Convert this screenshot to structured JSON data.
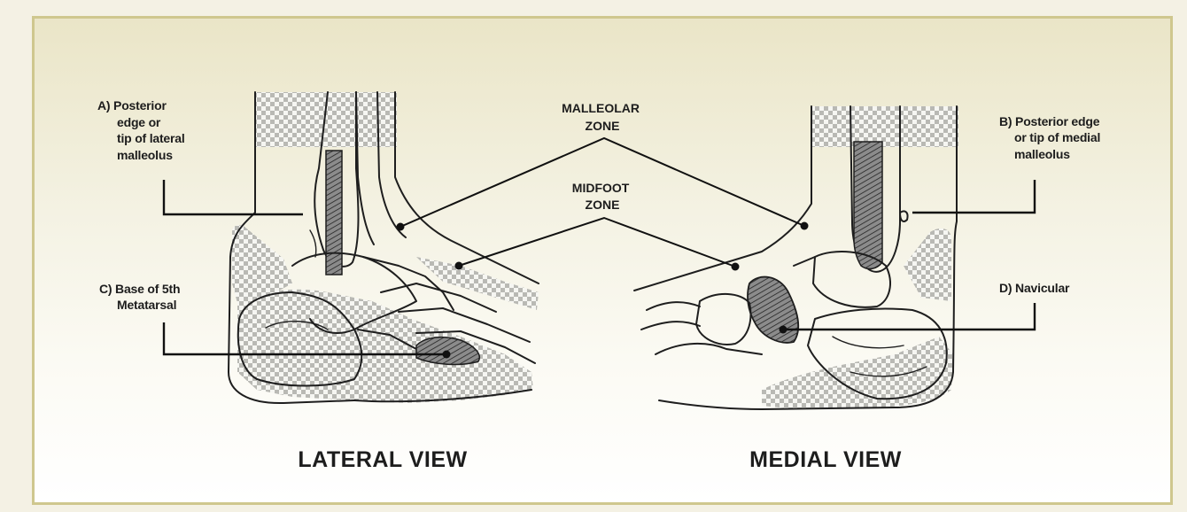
{
  "labels": {
    "a": [
      "A) Posterior",
      "edge or",
      "tip of lateral",
      "malleolus"
    ],
    "b": [
      "B) Posterior edge",
      "or tip of medial",
      "malleolus"
    ],
    "c": [
      "C) Base of 5th",
      "Metatarsal"
    ],
    "d": "D) Navicular"
  },
  "zones": {
    "malleolar": [
      "MALLEOLAR",
      "ZONE"
    ],
    "midfoot": [
      "MIDFOOT",
      "ZONE"
    ]
  },
  "views": {
    "lateral": "LATERAL VIEW",
    "medial": "MEDIAL VIEW"
  },
  "colors": {
    "background": "#f4f1e4",
    "frame_border": "#cfc78e",
    "ink": "#1d1d1d",
    "highlight_bone": "#7a7a7a"
  }
}
